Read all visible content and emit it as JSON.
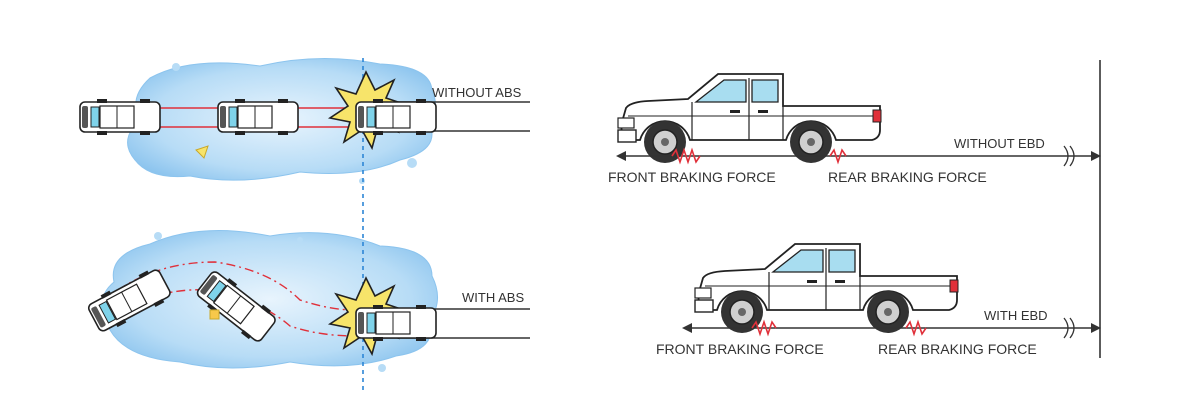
{
  "abs_panel": {
    "without_label": "WITHOUT ABS",
    "with_label": "WITH ABS"
  },
  "ebd_panel": {
    "without_label": "WITHOUT EBD",
    "with_label": "WITH EBD",
    "front_force_label": "FRONT BRAKING FORCE",
    "rear_force_label": "REAR BRAKING FORCE"
  },
  "colors": {
    "ice": "#a9d3f2",
    "track": "#e0303a",
    "guide": "#2d86d6",
    "impact": "#f7e46a",
    "road": "#333333"
  }
}
